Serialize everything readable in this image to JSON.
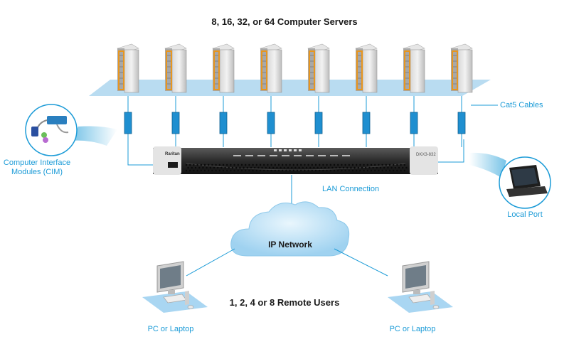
{
  "diagram": {
    "title_servers": "8, 16, 32, or 64 Computer Servers",
    "label_cables": "Cat5 Cables",
    "label_cim_line1": "Computer Interface",
    "label_cim_line2": "Modules (CIM)",
    "switch_brand": "Raritan",
    "switch_model": "DKX3-832",
    "label_lan": "LAN Connection",
    "label_local_port": "Local Port",
    "label_network": "IP Network",
    "title_remote_users": "1, 2, 4 or 8 Remote Users",
    "label_pc_left": "PC or Laptop",
    "label_pc_right": "PC or Laptop",
    "server_count_shown": 8,
    "colors": {
      "accent": "#1b9bd7",
      "rack_band": "#b9dcf1",
      "server_trim": "#e8961e",
      "cim_block": "#1f8fd0",
      "cloud": "#bfe3f7"
    },
    "icons": [
      "server-rack-icon",
      "cim-dongle-icon",
      "kvm-switch-icon",
      "lcd-console-icon",
      "cloud-icon",
      "pc-monitor-icon"
    ]
  }
}
